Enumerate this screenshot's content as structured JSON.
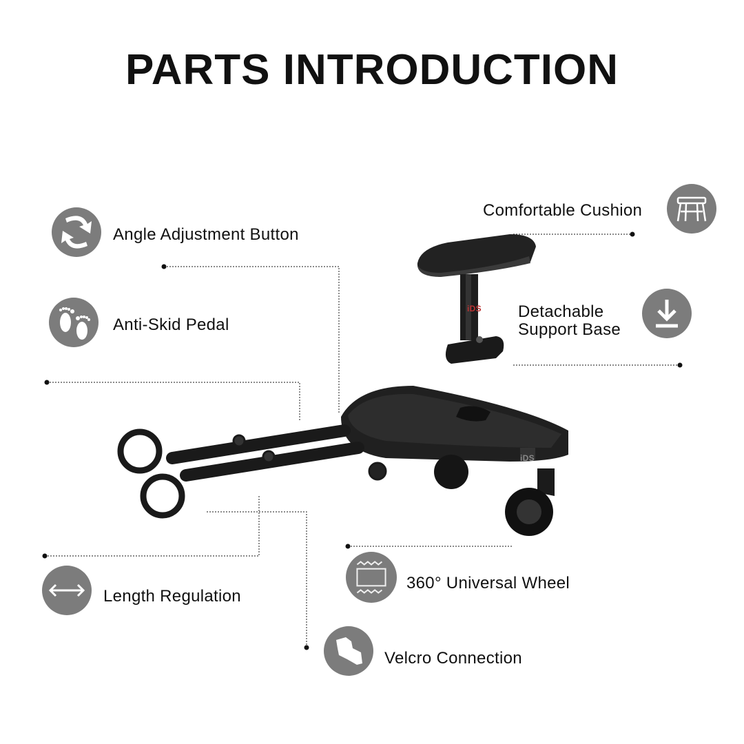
{
  "title": "PARTS INTRODUCTION",
  "brand_mark": "iDS",
  "parts": {
    "angle": {
      "label": "Angle Adjustment Button",
      "icon": "rotate-arrows-icon"
    },
    "pedal": {
      "label": "Anti-Skid Pedal",
      "icon": "footprints-icon"
    },
    "cushion": {
      "label": "Comfortable Cushion",
      "icon": "stool-icon"
    },
    "support": {
      "label_line1": "Detachable",
      "label_line2": "Support Base",
      "icon": "download-icon"
    },
    "length": {
      "label": "Length Regulation",
      "icon": "double-arrow-icon"
    },
    "wheel": {
      "label": "360° Universal Wheel",
      "icon": "wave-frame-icon"
    },
    "velcro": {
      "label": "Velcro Connection",
      "icon": "velcro-strap-icon"
    }
  },
  "colors": {
    "icon_bg": "#7c7c7c",
    "product": "#1c1c1c"
  }
}
